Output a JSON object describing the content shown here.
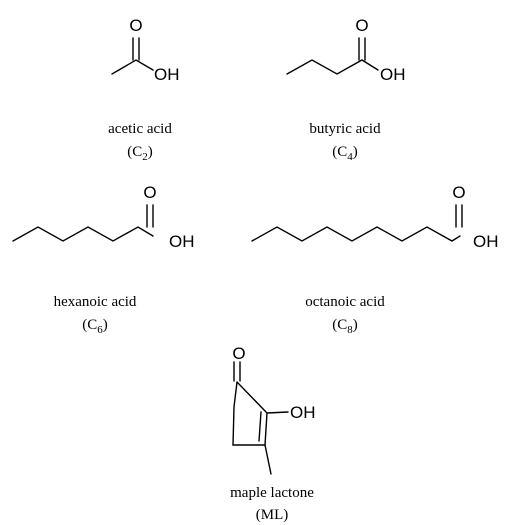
{
  "atoms": {
    "oxygen": "O",
    "hydroxyl": "OH"
  },
  "compounds": [
    {
      "name": "acetic acid",
      "code_prefix": "(C",
      "code_sub": "2",
      "code_suffix": ")"
    },
    {
      "name": "butyric acid",
      "code_prefix": "(C",
      "code_sub": "4",
      "code_suffix": ")"
    },
    {
      "name": "hexanoic acid",
      "code_prefix": "(C",
      "code_sub": "6",
      "code_suffix": ")"
    },
    {
      "name": "octanoic acid",
      "code_prefix": "(C",
      "code_sub": "8",
      "code_suffix": ")"
    },
    {
      "name": "maple lactone",
      "code": "(ML)"
    }
  ]
}
